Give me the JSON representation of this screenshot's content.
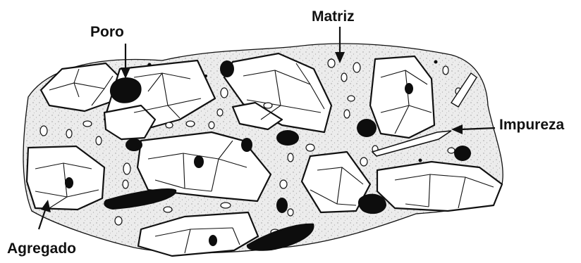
{
  "labels": {
    "poro": "Poro",
    "matriz": "Matriz",
    "impureza": "Impureza",
    "agregado": "Agregado"
  },
  "colors": {
    "ink": "#111111",
    "matrix": "#ebebeb",
    "aggregate": "#ffffff",
    "pore": "#0d0d0d"
  }
}
